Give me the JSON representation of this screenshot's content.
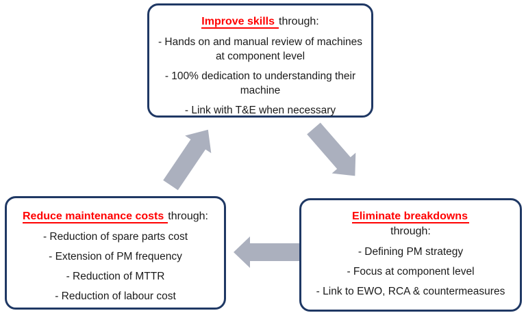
{
  "diagram": {
    "colors": {
      "border": "#1F3864",
      "title_red": "#FF0000",
      "text": "#1A1A1A",
      "arrow": "#ABB0BE",
      "background": "#FFFFFF"
    },
    "boxes": [
      {
        "id": "improve-skills",
        "title_red": "Improve skills",
        "title_rest": "through:",
        "bullets": [
          "- Hands on and manual review of machines at component level",
          "- 100% dedication to understanding their machine",
          "- Link with T&E when necessary"
        ]
      },
      {
        "id": "reduce-maintenance-costs",
        "title_red": "Reduce maintenance costs",
        "title_rest": "through:",
        "bullets": [
          "- Reduction of spare parts cost",
          "- Extension of PM frequency",
          "- Reduction of MTTR",
          "- Reduction of labour cost"
        ]
      },
      {
        "id": "eliminate-breakdowns",
        "title_red": "Eliminate breakdowns",
        "title_rest": "through:",
        "bullets": [
          "- Defining PM strategy",
          "- Focus at component level",
          "- Link to EWO, RCA & countermeasures"
        ]
      }
    ],
    "arrows": [
      {
        "name": "arrow-bottom-left-to-top",
        "direction": "up-right"
      },
      {
        "name": "arrow-top-to-bottom-right",
        "direction": "down-right"
      },
      {
        "name": "arrow-bottom-right-to-bottom-left",
        "direction": "left"
      }
    ]
  }
}
